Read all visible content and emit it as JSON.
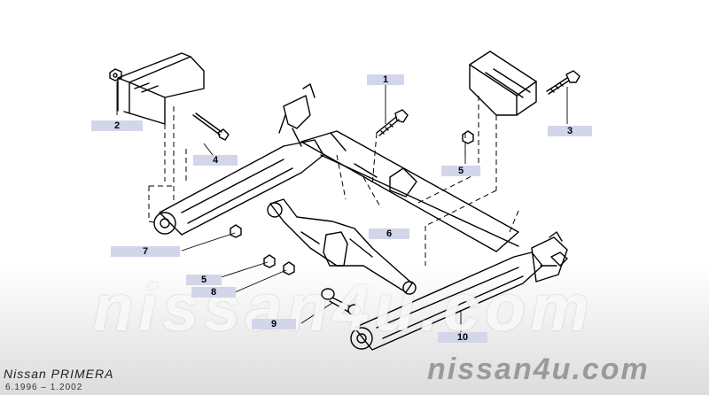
{
  "callouts": {
    "p1": "1",
    "p2": "2",
    "p3": "3",
    "p4": "4",
    "p5a": "5",
    "p5b": "5",
    "p6": "6",
    "p7": "7",
    "p8": "8",
    "p9": "9",
    "p10": "10"
  },
  "footer": {
    "model": "Nissan PRIMERA",
    "dates": "6.1996 – 1.2002",
    "site": "nissan4u.com"
  },
  "watermark": "nissan4u.com"
}
